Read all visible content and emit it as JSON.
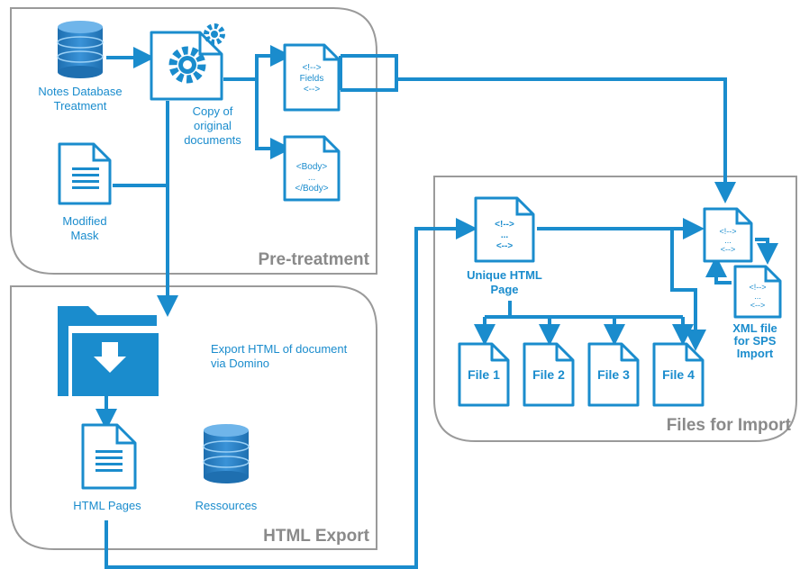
{
  "colors": {
    "accent": "#1a8ccd",
    "panel_border": "#9a9a9a",
    "section_text": "#8a8a8a",
    "database": "#2a72b6"
  },
  "sections": {
    "pretreatment": "Pre-treatment",
    "html_export": "HTML Export",
    "files_for_import": "Files for Import"
  },
  "nodes": {
    "notes_db": {
      "label_line1": "Notes Database",
      "label_line2": "Treatment",
      "icon": "database-icon"
    },
    "copy_docs": {
      "label_line1": "Copy of",
      "label_line2": "original",
      "label_line3": "documents",
      "icon": "document-gear-icon"
    },
    "fields_doc": {
      "line1": "<!-->",
      "line2": "Fields",
      "line3": "<-->",
      "icon": "document-icon"
    },
    "body_doc": {
      "line1": "<Body>",
      "line2": "...",
      "line3": "</Body>",
      "icon": "document-icon"
    },
    "modified_mask": {
      "label_line1": "Modified",
      "label_line2": "Mask",
      "icon": "document-lines-icon"
    },
    "export_folder": {
      "label_line1": "Export HTML of document",
      "label_line2": "via Domino",
      "icon": "folder-download-icon"
    },
    "html_pages": {
      "label": "HTML Pages",
      "icon": "document-lines-icon"
    },
    "ressources": {
      "label": "Ressources",
      "icon": "database-icon"
    },
    "unique_page": {
      "line1": "<!-->",
      "line2": "...",
      "line3": "<-->",
      "label_line1": "Unique HTML",
      "label_line2": "Page",
      "icon": "document-icon"
    },
    "xml_doc_a": {
      "line1": "<!-->",
      "line2": "...",
      "line3": "<-->",
      "icon": "document-icon"
    },
    "xml_doc_b": {
      "line1": "<!-->",
      "line2": "...",
      "line3": "<-->",
      "icon": "document-icon"
    },
    "xml_label": {
      "line1": "XML file",
      "line2": "for SPS",
      "line3": "Import"
    },
    "files": [
      "File 1",
      "File 2",
      "File 3",
      "File 4"
    ]
  }
}
